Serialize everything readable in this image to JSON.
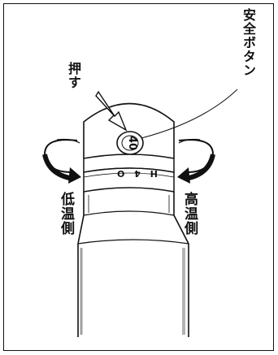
{
  "labels": {
    "safety_button": "安全ボタン",
    "push": "押す",
    "low_temp_side": "低温側",
    "high_temp_side": "高温側",
    "dial_value": "40",
    "scale_marks": "H 4 O"
  },
  "colors": {
    "stroke": "#111111",
    "background": "#ffffff"
  }
}
